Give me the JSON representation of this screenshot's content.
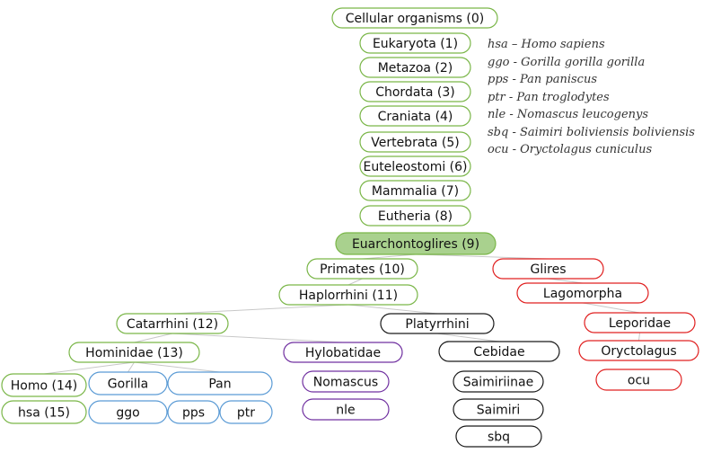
{
  "colors": {
    "green": "#7ab648",
    "green_fill": "#a9d18e",
    "red": "#e02020",
    "blue": "#5b9bd5",
    "purple": "#7030a0",
    "black": "#1a1a1a",
    "edge": "#c8c8c8"
  },
  "nodes": [
    {
      "id": "n0",
      "label": "Cellular organisms (0)",
      "color": "green"
    },
    {
      "id": "n1",
      "label": "Eukaryota (1)",
      "color": "green"
    },
    {
      "id": "n2",
      "label": "Metazoa (2)",
      "color": "green"
    },
    {
      "id": "n3",
      "label": "Chordata (3)",
      "color": "green"
    },
    {
      "id": "n4",
      "label": "Craniata (4)",
      "color": "green"
    },
    {
      "id": "n5",
      "label": "Vertebrata (5)",
      "color": "green"
    },
    {
      "id": "n6",
      "label": "Euteleostomi (6)",
      "color": "green"
    },
    {
      "id": "n7",
      "label": "Mammalia (7)",
      "color": "green"
    },
    {
      "id": "n8",
      "label": "Eutheria (8)",
      "color": "green"
    },
    {
      "id": "n9",
      "label": "Euarchontoglires (9)",
      "color": "green",
      "highlighted": true
    },
    {
      "id": "n10",
      "label": "Primates (10)",
      "color": "green"
    },
    {
      "id": "glires",
      "label": "Glires",
      "color": "red"
    },
    {
      "id": "n11",
      "label": "Haplorrhini (11)",
      "color": "green"
    },
    {
      "id": "lagomorpha",
      "label": "Lagomorpha",
      "color": "red"
    },
    {
      "id": "n12",
      "label": "Catarrhini (12)",
      "color": "green"
    },
    {
      "id": "platyrrhini",
      "label": "Platyrrhini",
      "color": "black"
    },
    {
      "id": "leporidae",
      "label": "Leporidae",
      "color": "red"
    },
    {
      "id": "n13",
      "label": "Hominidae (13)",
      "color": "green"
    },
    {
      "id": "hylobatidae",
      "label": "Hylobatidae",
      "color": "purple"
    },
    {
      "id": "cebidae",
      "label": "Cebidae",
      "color": "black"
    },
    {
      "id": "oryctolagus",
      "label": "Oryctolagus",
      "color": "red"
    },
    {
      "id": "n14",
      "label": "Homo (14)",
      "color": "green"
    },
    {
      "id": "gorilla",
      "label": "Gorilla",
      "color": "blue"
    },
    {
      "id": "pan",
      "label": "Pan",
      "color": "blue"
    },
    {
      "id": "nomascus",
      "label": "Nomascus",
      "color": "purple"
    },
    {
      "id": "saimiriinae",
      "label": "Saimiriinae",
      "color": "black"
    },
    {
      "id": "ocu",
      "label": "ocu",
      "color": "red"
    },
    {
      "id": "n15",
      "label": "hsa (15)",
      "color": "green"
    },
    {
      "id": "ggo",
      "label": "ggo",
      "color": "blue"
    },
    {
      "id": "pps",
      "label": "pps",
      "color": "blue"
    },
    {
      "id": "ptr",
      "label": "ptr",
      "color": "blue"
    },
    {
      "id": "nle",
      "label": "nle",
      "color": "purple"
    },
    {
      "id": "saimiri",
      "label": "Saimiri",
      "color": "black"
    },
    {
      "id": "sbq",
      "label": "sbq",
      "color": "black"
    }
  ],
  "edges": [
    [
      "n9",
      "n10"
    ],
    [
      "n9",
      "glires"
    ],
    [
      "n10",
      "n11"
    ],
    [
      "glires",
      "lagomorpha"
    ],
    [
      "n11",
      "n12"
    ],
    [
      "n11",
      "platyrrhini"
    ],
    [
      "lagomorpha",
      "leporidae"
    ],
    [
      "n12",
      "n13"
    ],
    [
      "n12",
      "hylobatidae"
    ],
    [
      "platyrrhini",
      "cebidae"
    ],
    [
      "leporidae",
      "oryctolagus"
    ],
    [
      "n13",
      "n14"
    ],
    [
      "n13",
      "gorilla"
    ],
    [
      "n13",
      "pan"
    ]
  ],
  "legend": [
    "hsa – Homo sapiens",
    "ggo - Gorilla gorilla gorilla",
    "pps - Pan paniscus",
    "ptr - Pan troglodytes",
    "nle - Nomascus leucogenys",
    "sbq - Saimiri boliviensis boliviensis",
    "ocu - Oryctolagus cuniculus"
  ]
}
